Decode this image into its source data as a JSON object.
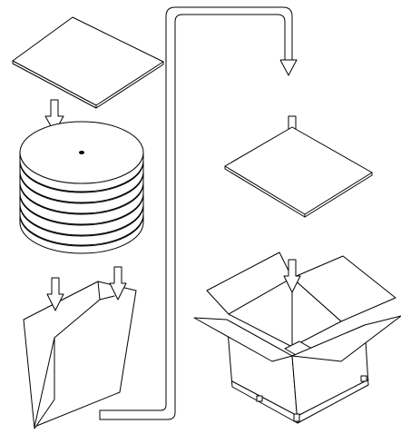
{
  "diagram": {
    "items": [
      {
        "id": "top-sheet",
        "icon": "flat-sheet"
      },
      {
        "id": "disc-stack",
        "icon": "stacked-discs",
        "disc_count": 7
      },
      {
        "id": "sleeve",
        "icon": "open-sleeve"
      },
      {
        "id": "box-sheet",
        "icon": "flat-sheet"
      },
      {
        "id": "carton",
        "icon": "open-cardboard-box"
      }
    ],
    "arrows": [
      {
        "from": "top-sheet",
        "to": "disc-stack",
        "direction": "down"
      },
      {
        "from": "disc-stack",
        "to": "sleeve",
        "direction": "down",
        "count": 2
      },
      {
        "from": "sleeve",
        "to": "box-sheet",
        "direction": "up-then-down",
        "style": "double-line"
      },
      {
        "from": "box-sheet",
        "to": "carton",
        "direction": "down"
      }
    ],
    "colors": {
      "line": "#000000",
      "fill": "#ffffff"
    }
  }
}
